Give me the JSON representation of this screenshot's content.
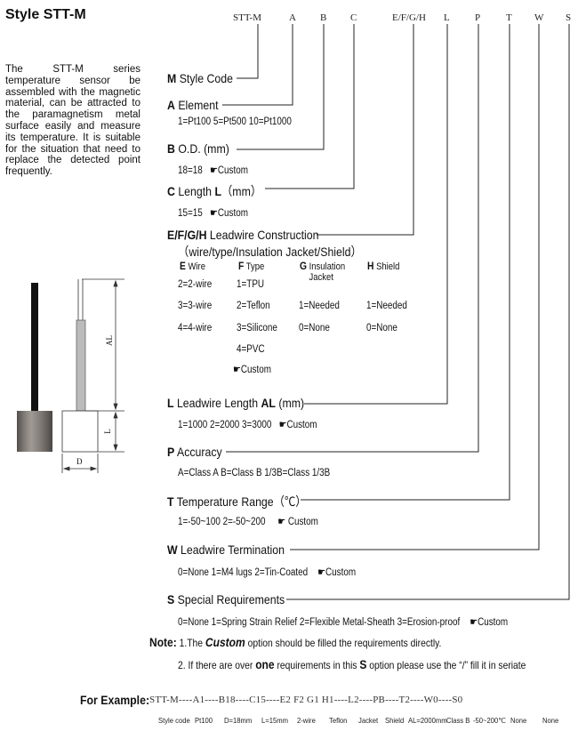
{
  "title": "Style STT-M",
  "code_header": [
    "STT-M",
    "A",
    "B",
    "C",
    "E/F/G/H",
    "L",
    "P",
    "T",
    "W",
    "S"
  ],
  "description": "The STT-M series temperature sensor be assembled with the magnetic material, can be attracted to the paramagnetism metal surface easily and measure its temperature. It is suitable for the situation that need to replace the detected point frequently.",
  "drawing": {
    "al_label": "AL",
    "l_label": "L",
    "d_label": "D"
  },
  "sections": {
    "m": {
      "letter": "M",
      "label": "Style Code"
    },
    "a": {
      "letter": "A",
      "label": "Element",
      "options": "1=Pt100 5=Pt500 10=Pt1000"
    },
    "b": {
      "letter": "B",
      "label": "O.D. (mm)",
      "options": "18=18",
      "custom": "Custom"
    },
    "c": {
      "letter": "C",
      "label_pre": "Length ",
      "label_bold": "L",
      "label_post": "（mm）",
      "options": "15=15",
      "custom": "Custom"
    },
    "efgh": {
      "letter": "E/F/G/H",
      "label": "Leadwire Construction",
      "sub": "（wire/type/Insulation Jacket/Shield）",
      "col_e": {
        "letter": "E",
        "label": "Wire",
        "items": [
          "2=2-wire",
          "3=3-wire",
          "4=4-wire"
        ]
      },
      "col_f": {
        "letter": "F",
        "label": "Type",
        "items": [
          "1=TPU",
          "2=Teflon",
          "3=Silicone",
          "4=PVC"
        ],
        "custom": "Custom"
      },
      "col_g": {
        "letter": "G",
        "label": "Insulation",
        "label2": "Jacket",
        "items": [
          "1=Needed",
          "0=None"
        ]
      },
      "col_h": {
        "letter": "H",
        "label": "Shield",
        "items": [
          "1=Needed",
          "0=None"
        ]
      }
    },
    "l": {
      "letter": "L",
      "label_pre": "Leadwire Length ",
      "label_bold": "AL",
      "label_post": " (mm)",
      "options": "1=1000  2=2000  3=3000",
      "custom": "Custom"
    },
    "p": {
      "letter": "P",
      "label": "Accuracy",
      "options": "A=Class A   B=Class B   1/3B=Class 1/3B"
    },
    "t": {
      "letter": "T",
      "label": "Temperature Range（℃）",
      "options": "1=-50~100  2=-50~200",
      "custom": "Custom"
    },
    "w": {
      "letter": "W",
      "label": "Leadwire Termination",
      "options": "0=None    1=M4 lugs    2=Tin-Coated",
      "custom": "Custom"
    },
    "s": {
      "letter": "S",
      "label": "Special Requirements",
      "options": "0=None  1=Spring Strain Relief  2=Flexible Metal-Sheath  3=Erosion-proof",
      "custom": "Custom"
    }
  },
  "note": {
    "label": "Note:",
    "line1_pre": "1.The ",
    "line1_bold": "Custom",
    "line1_post": " option should be filled the requirements directly.",
    "line2_pre": "2. If there are over ",
    "line2_bold": "one",
    "line2_mid": " requirements in this ",
    "line2_bold2": "S",
    "line2_post": " option please use the “/” fill it in seriate"
  },
  "example": {
    "label": "For Example:",
    "code": "STT-M----A1----B18----C15----E2    F2    G1    H1----L2----PB----T2----W0----S0",
    "labels": [
      "Style code",
      "Pt100",
      "D=18mm",
      "L=15mm",
      "2-wire",
      "Teflon",
      "Jacket",
      "Shield",
      "AL=2000mm",
      "Class B",
      "-50~200℃",
      "None",
      "None"
    ]
  }
}
